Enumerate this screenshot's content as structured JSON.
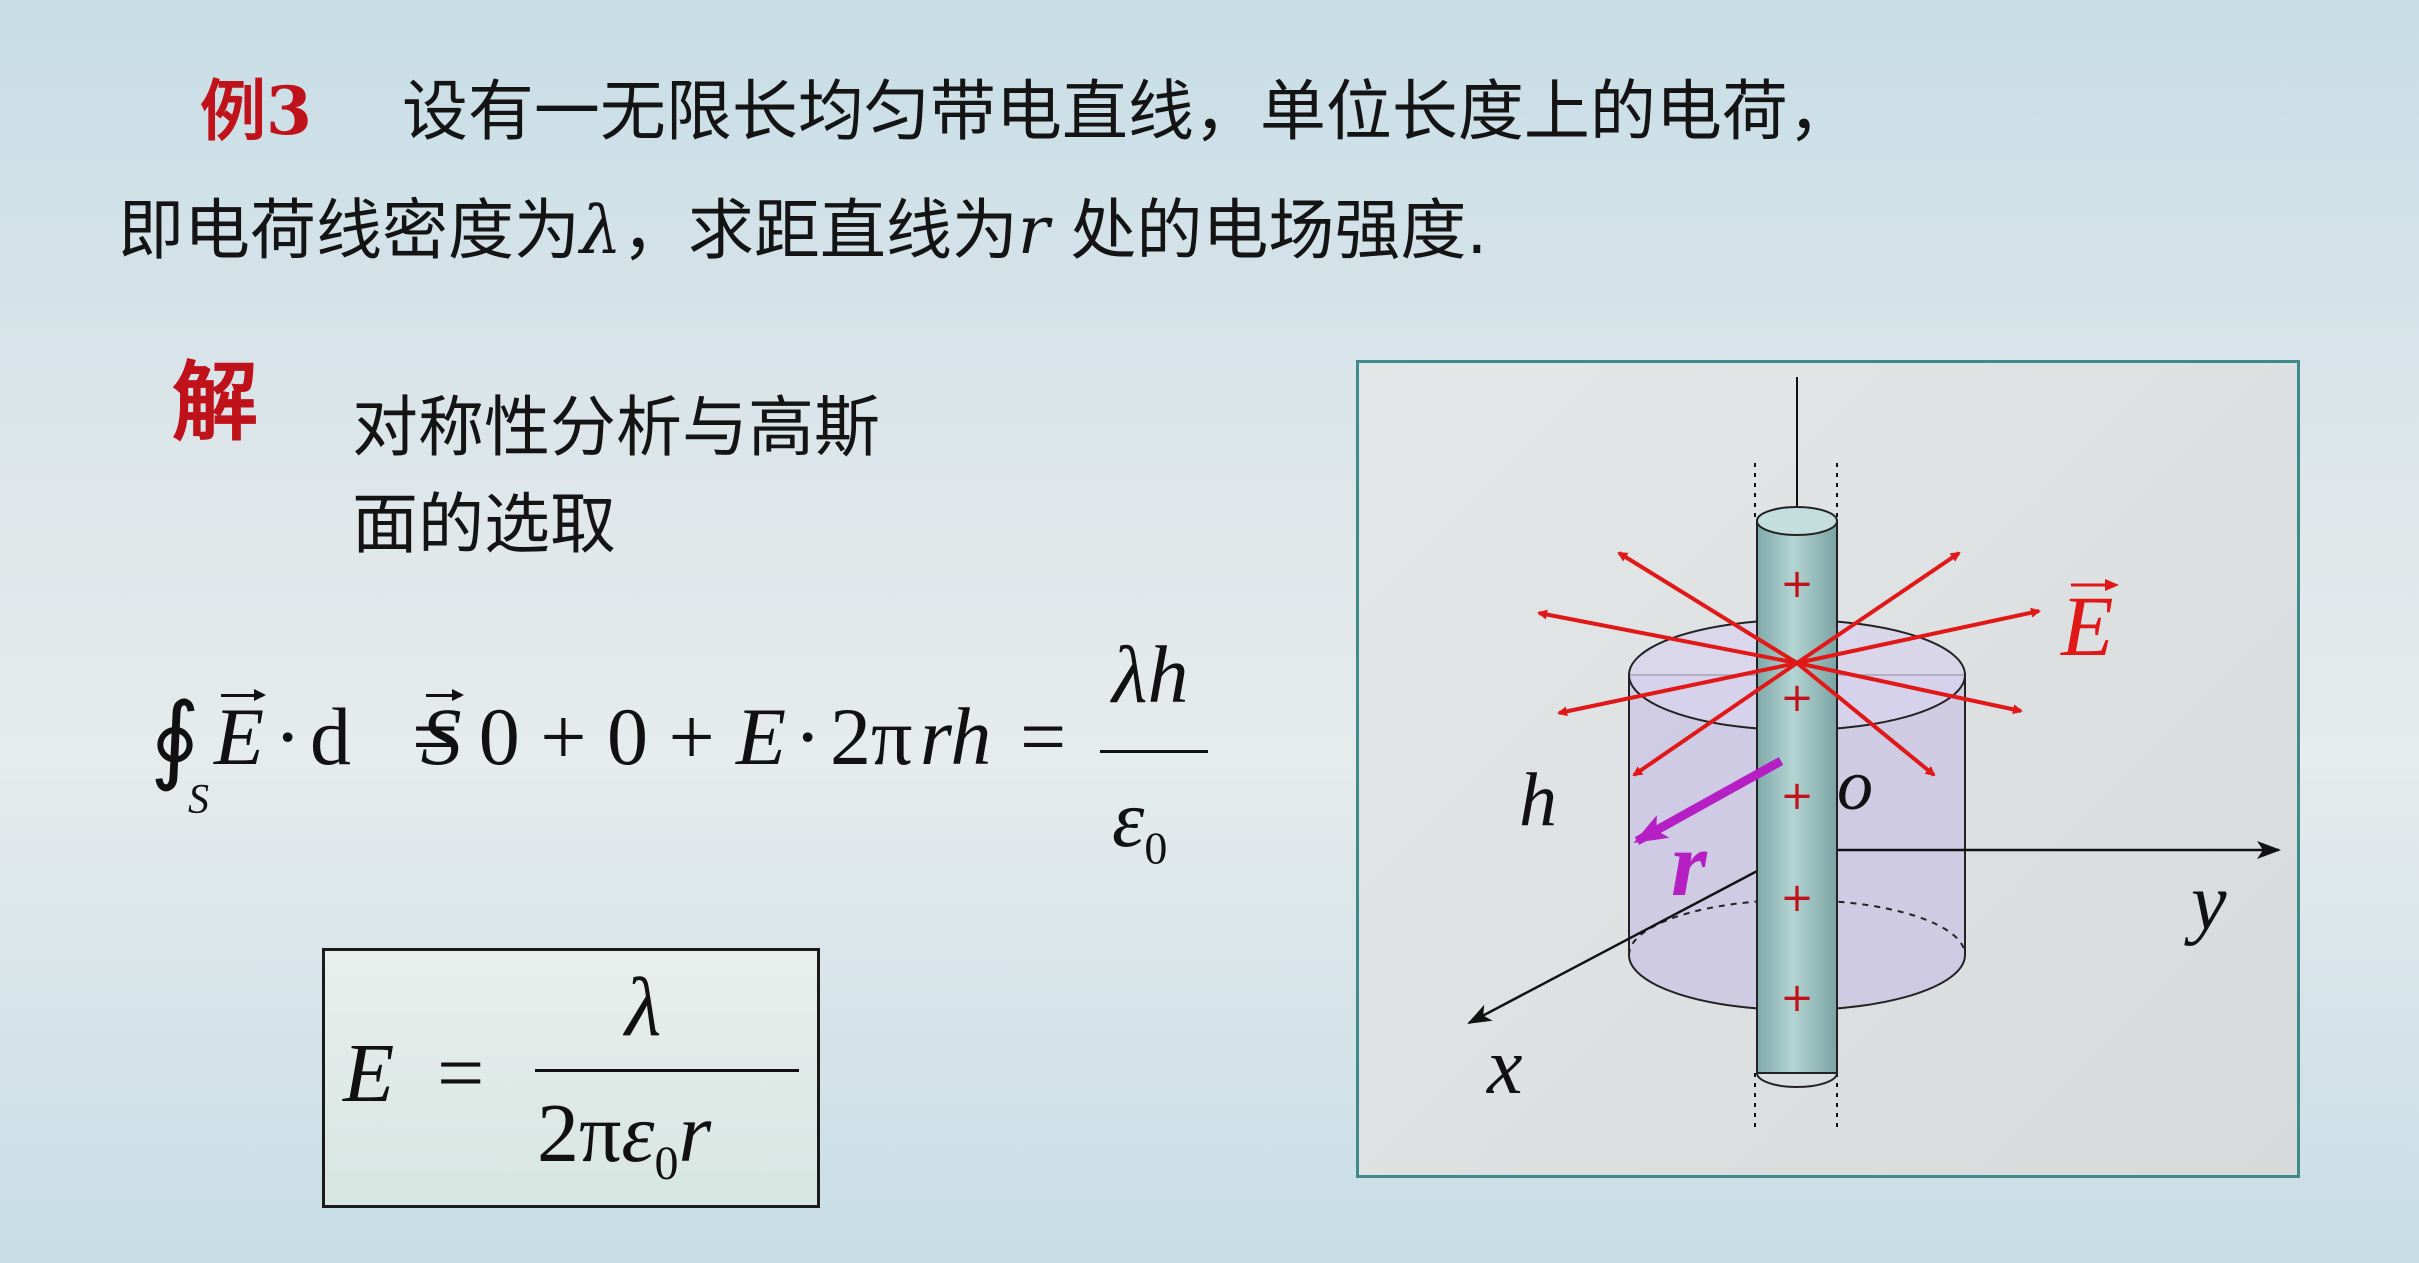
{
  "problem": {
    "label": "例3",
    "line1": "设有一无限长均匀带电直线，单位长度上的电荷，",
    "line2_a": "即电荷线密度为",
    "line2_lambda": "λ",
    "line2_b": "，求距直线为",
    "line2_r": "r",
    "line2_c": " 处的电场强度."
  },
  "solution": {
    "label": "解",
    "step_line1": "对称性分析与高斯",
    "step_line2": "面的选取"
  },
  "gauss_formula": {
    "integral": "∮",
    "subscript_S": "S",
    "E": "E",
    "dot1": "·",
    "d": "d",
    "S": "S",
    "rest": "= 0 + 0 + ",
    "E2": "E",
    "dot2": "·",
    "two_pi": "2π",
    "rh": "rh",
    "equals": "=",
    "numerator": "λh",
    "denominator_eps": "ε",
    "denominator_sub": "0"
  },
  "result": {
    "lhs": "E",
    "equals": "=",
    "numerator": "λ",
    "den_2pi": "2π",
    "den_eps": "ε",
    "den_sub": "0",
    "den_r": "r"
  },
  "diagram": {
    "field_label": "E",
    "r_label": "r",
    "h_label": "h",
    "o_label": "o",
    "x_label": "x",
    "y_label": "y",
    "plus_sign": "+",
    "colors": {
      "field_arrows": "#e01818",
      "r_arrow": "#b51fc4",
      "rod": "#9cc4c4",
      "cylinder": "#c9c2e4",
      "border": "#3f8a8a"
    }
  }
}
